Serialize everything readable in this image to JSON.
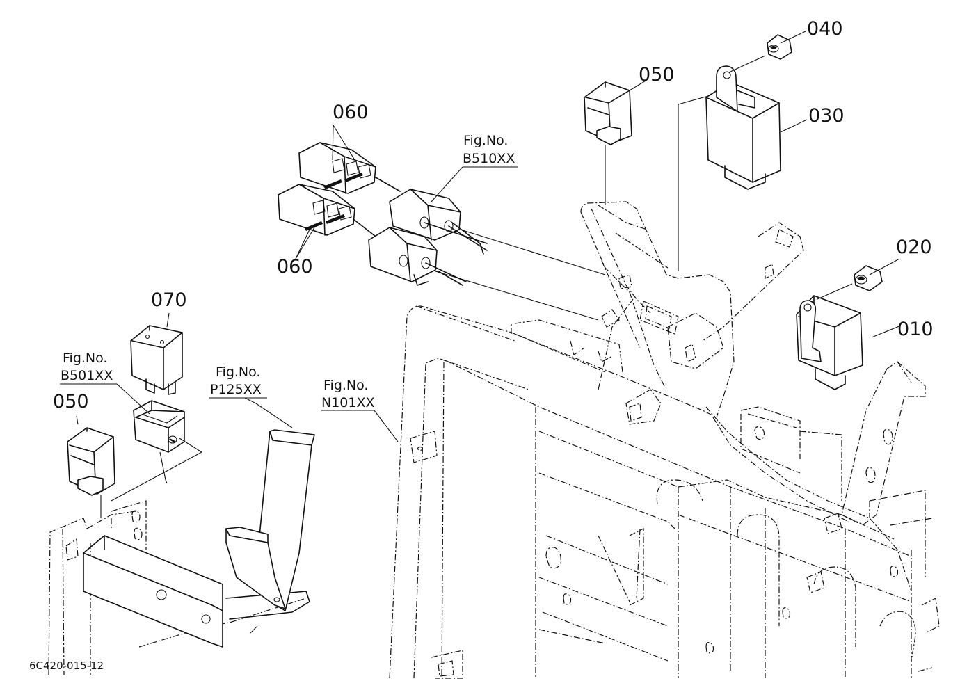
{
  "callouts": {
    "p010": "010",
    "p020": "020",
    "p030": "030",
    "p040": "040",
    "p050_top": "050",
    "p050_left": "050",
    "p060_top": "060",
    "p060_bottom": "060",
    "p070": "070"
  },
  "figure_refs": {
    "b510": {
      "title": "Fig.No.",
      "code": "B510XX"
    },
    "b501": {
      "title": "Fig.No.",
      "code": "B501XX"
    },
    "p125": {
      "title": "Fig.No.",
      "code": "P125XX"
    },
    "n101": {
      "title": "Fig.No.",
      "code": "N101XX"
    }
  },
  "drawing_code": "6C420-015-12"
}
